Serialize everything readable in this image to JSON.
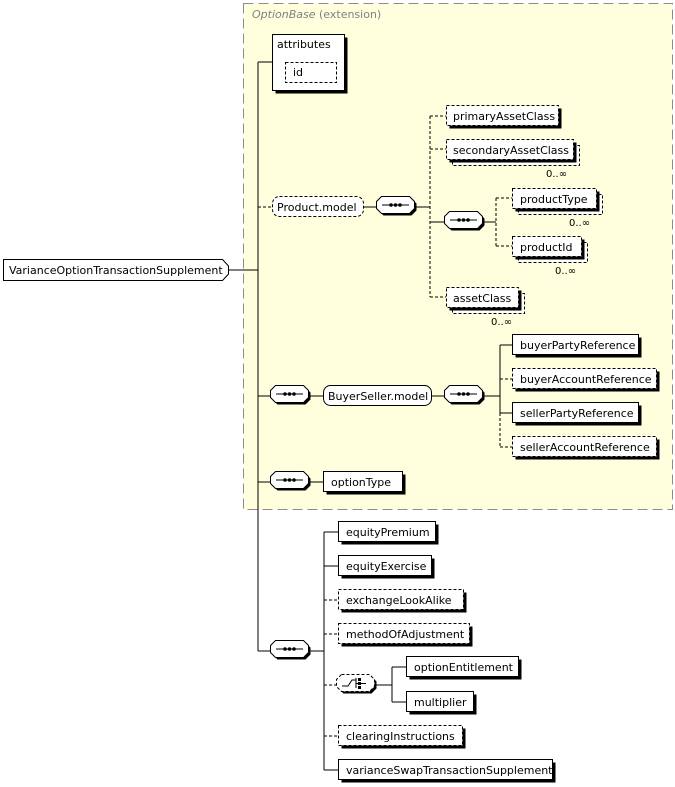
{
  "extension": {
    "base": "OptionBase",
    "kind": "(extension)"
  },
  "root": "VarianceOptionTransactionSupplement",
  "attributes": {
    "title": "attributes",
    "id": "id"
  },
  "product": {
    "group": "Product.model",
    "primaryAssetClass": "primaryAssetClass",
    "secondaryAssetClass": "secondaryAssetClass",
    "secondaryAssetClass_occ": "0..∞",
    "productType": "productType",
    "productType_occ": "0..∞",
    "productId": "productId",
    "productId_occ": "0..∞",
    "assetClass": "assetClass",
    "assetClass_occ": "0..∞"
  },
  "buyerSeller": {
    "group": "BuyerSeller.model",
    "buyerPartyReference": "buyerPartyReference",
    "buyerAccountReference": "buyerAccountReference",
    "sellerPartyReference": "sellerPartyReference",
    "sellerAccountReference": "sellerAccountReference"
  },
  "optionType": "optionType",
  "equity": {
    "equityPremium": "equityPremium",
    "equityExercise": "equityExercise",
    "exchangeLookAlike": "exchangeLookAlike",
    "methodOfAdjustment": "methodOfAdjustment",
    "optionEntitlement": "optionEntitlement",
    "multiplier": "multiplier",
    "clearingInstructions": "clearingInstructions",
    "varianceSwapTransactionSupplement": "varianceSwapTransactionSupplement"
  }
}
